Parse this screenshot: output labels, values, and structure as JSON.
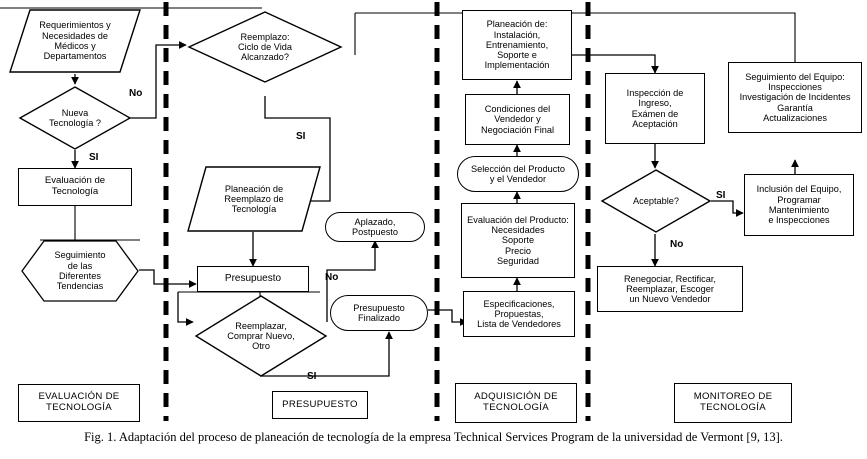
{
  "figure": {
    "caption": "Fig. 1.  Adaptación del proceso de planeación de tecnología de la empresa Technical Services Program de la universidad de Vermont [9, 13]."
  },
  "swimlanes": [
    {
      "id": "evaluacion",
      "label": "EVALUACIÓN DE\nTECNOLOGÍA"
    },
    {
      "id": "presupuesto",
      "label": "PRESUPUESTO"
    },
    {
      "id": "adquisicion",
      "label": "ADQUISICIÓN DE\nTECNOLOGÍA"
    },
    {
      "id": "monitoreo",
      "label": "MONITOREO DE\nTECNOLOGÍA"
    }
  ],
  "nodes": {
    "requerimientos": {
      "shape": "parallelogram",
      "text": "Requerimientos y\nNecesidades de\nMédicos y\nDepartamentos"
    },
    "nueva_tecnologia": {
      "shape": "diamond",
      "text": "Nueva\nTecnología ?"
    },
    "evaluacion_tecnologia": {
      "shape": "rect",
      "text": "Evaluación de\nTecnología"
    },
    "seguimiento_tendencias": {
      "shape": "hexagon",
      "text": "Seguimiento\nde las\nDiferentes\nTendencias"
    },
    "reemplazo_ciclo": {
      "shape": "diamond",
      "text": "Reemplazo:\nCiclo de Vida\nAlcanzado?"
    },
    "planeacion_reemplazo": {
      "shape": "parallelogram",
      "text": "Planeación de\nReemplazo de\nTecnología"
    },
    "presupuesto": {
      "shape": "rect",
      "text": "Presupuesto"
    },
    "reemplazar_comprar": {
      "shape": "diamond",
      "text": "Reemplazar,\nComprar Nuevo,\nOtro"
    },
    "aplazado": {
      "shape": "terminator",
      "text": "Aplazado,\nPostpuesto"
    },
    "presupuesto_finalizado": {
      "shape": "terminator",
      "text": "Presupuesto\nFinalizado"
    },
    "especificaciones": {
      "shape": "rect",
      "text": "Especificaciones,\nPropuestas,\nLista de Vendedores"
    },
    "evaluacion_producto": {
      "shape": "rect",
      "text": "Evaluación del Producto:\nNecesidades\nSoporte\nPrecio\nSeguridad"
    },
    "seleccion_producto": {
      "shape": "terminator",
      "text": "Selección del Producto\ny el  Vendedor"
    },
    "condiciones_vendedor": {
      "shape": "rect",
      "text": "Condiciones del\nVendedor y\nNegociación Final"
    },
    "planeacion_instalacion": {
      "shape": "rect",
      "text": "Planeación de:\nInstalación,\nEntrenamiento,\nSoporte e\nImplementación"
    },
    "inspeccion_ingreso": {
      "shape": "rect",
      "text": "Inspección de\nIngreso,\nExámen de\nAceptación"
    },
    "aceptable": {
      "shape": "diamond",
      "text": "Aceptable?"
    },
    "renegociar": {
      "shape": "rect",
      "text": "Renegociar, Rectificar,\nReemplazar, Escoger\nun Nuevo Vendedor"
    },
    "inclusion_equipo": {
      "shape": "rect",
      "text": "Inclusión del Equipo,\nProgramar\nMantenimiento\ne Inspecciones"
    },
    "seguimiento_equipo": {
      "shape": "rect",
      "text": "Seguimiento del Equipo:\nInspecciones\nInvestigación de Incidentes\nGarantía\nActualizaciones"
    }
  },
  "edge_labels": {
    "nueva_no": "No",
    "nueva_si": "SI",
    "reemplazo_si": "SI",
    "presupuesto_no": "No",
    "reemplazar_si": "SI",
    "aceptable_si": "SI",
    "aceptable_no": "No"
  },
  "colors": {
    "stroke": "#000000",
    "background": "#ffffff",
    "separator": "#000000"
  }
}
